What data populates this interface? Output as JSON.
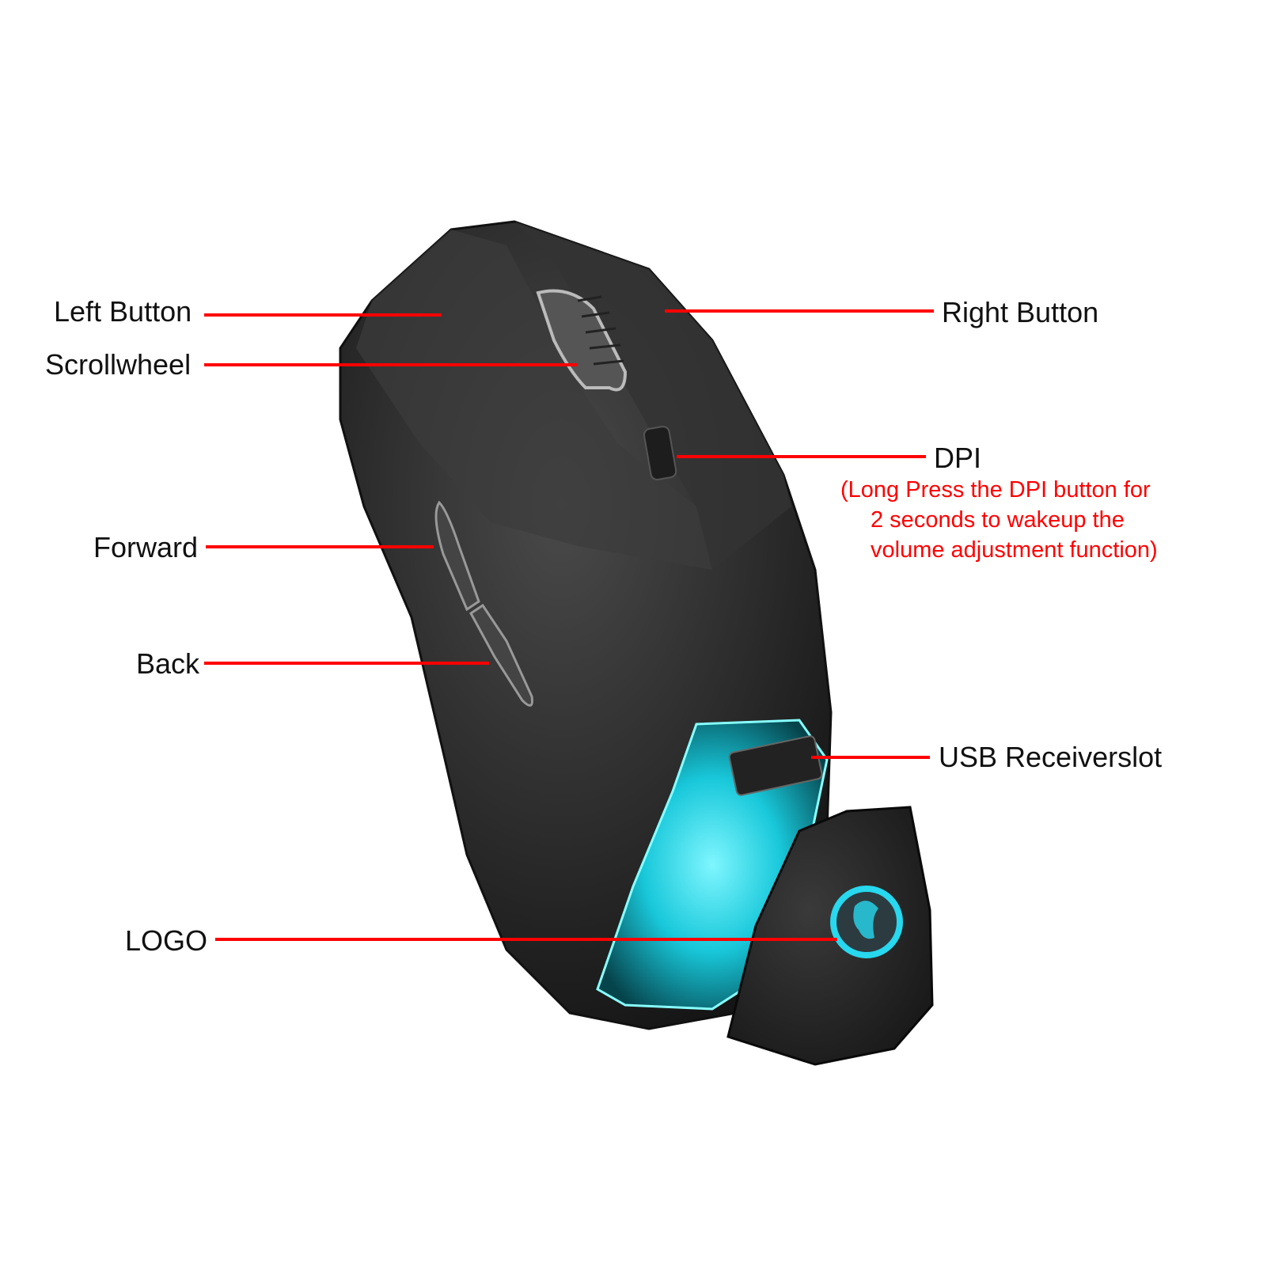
{
  "labels": {
    "left_button": "Left Button",
    "scrollwheel": "Scrollwheel",
    "right_button": "Right Button",
    "dpi": "DPI",
    "dpi_note": [
      "(Long Press the DPI button for",
      "2 seconds to wakeup the",
      "volume adjustment function)"
    ],
    "forward": "Forward",
    "back": "Back",
    "usb_receiver_slot": "USB Receiverslot",
    "logo": "LOGO"
  },
  "colors": {
    "callout": "#ff0000",
    "mouse_body": "#2a2a2a",
    "glow": "#1fd6e6"
  }
}
